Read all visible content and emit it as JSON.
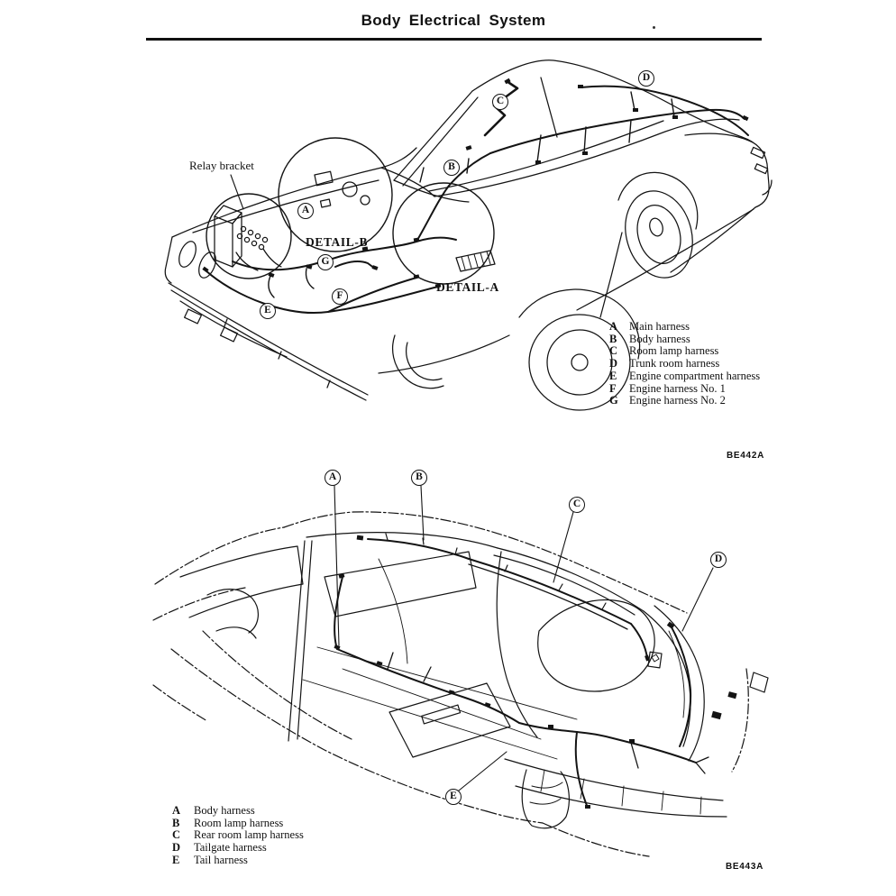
{
  "header": {
    "title": "Body Electrical System"
  },
  "figure1": {
    "code": "BE442A",
    "relay_bracket_label": "Relay bracket",
    "detail_b_label": "DETAIL-B",
    "detail_a_label": "DETAIL-A",
    "callouts": {
      "a": "A",
      "b": "B",
      "c": "C",
      "d": "D",
      "e": "E",
      "f": "F",
      "g": "G"
    },
    "legend": [
      {
        "key": "A",
        "label": "Main harness"
      },
      {
        "key": "B",
        "label": "Body harness"
      },
      {
        "key": "C",
        "label": "Room lamp harness"
      },
      {
        "key": "D",
        "label": "Trunk room harness"
      },
      {
        "key": "E",
        "label": "Engine compartment harness"
      },
      {
        "key": "F",
        "label": "Engine harness No. 1"
      },
      {
        "key": "G",
        "label": "Engine harness No. 2"
      }
    ]
  },
  "figure2": {
    "code": "BE443A",
    "callouts": {
      "a": "A",
      "b": "B",
      "c": "C",
      "d": "D",
      "e": "E"
    },
    "legend": [
      {
        "key": "A",
        "label": "Body harness"
      },
      {
        "key": "B",
        "label": "Room lamp harness"
      },
      {
        "key": "C",
        "label": "Rear room lamp harness"
      },
      {
        "key": "D",
        "label": "Tailgate harness"
      },
      {
        "key": "E",
        "label": "Tail harness"
      }
    ]
  },
  "colors": {
    "ink": "#141414",
    "paper": "#ffffff"
  }
}
